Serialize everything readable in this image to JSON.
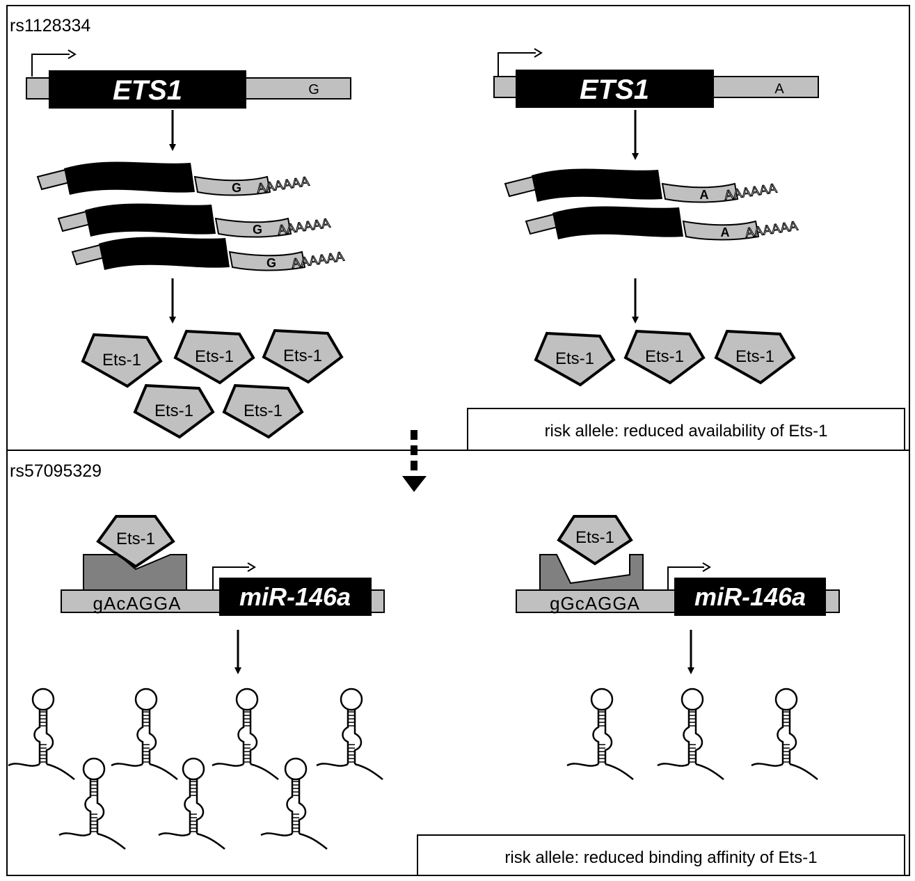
{
  "panels": [
    {
      "label": "rs1128334",
      "left": {
        "gene": "ETS1",
        "allele": "G",
        "mrna_allele": "G",
        "polyA": "AAAAAA",
        "protein": "Ets-1"
      },
      "right": {
        "gene": "ETS1",
        "allele": "A",
        "mrna_allele": "A",
        "polyA": "AAAAAA",
        "protein": "Ets-1"
      },
      "caption": "risk allele: reduced availability of Ets-1"
    },
    {
      "label": "rs57095329",
      "left": {
        "motif": "gAcAGGA",
        "gene": "miR-146a",
        "protein": "Ets-1"
      },
      "right": {
        "motif": "gGcAGGA",
        "gene": "miR-146a",
        "protein": "Ets-1"
      },
      "caption": "risk allele: reduced binding affinity of Ets-1"
    }
  ],
  "colors": {
    "gene_box": "#000000",
    "utr_box": "#c0c0c0",
    "protein_fill": "#c0c0c0",
    "site_fill": "#808080",
    "frame": "#000000"
  }
}
